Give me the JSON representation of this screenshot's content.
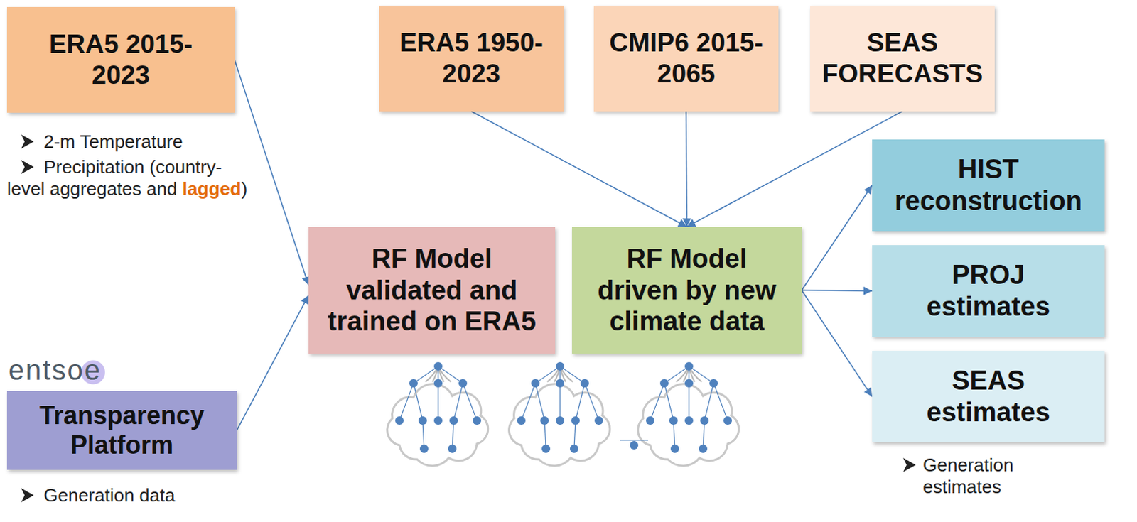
{
  "diagram": {
    "nodes": [
      {
        "text": [
          "ERA5 2015-2023"
        ]
      },
      {
        "text": [
          "ERA5 1950-2023"
        ]
      },
      {
        "text": [
          "CMIP6 2015-2065"
        ]
      },
      {
        "text": [
          "SEAS FORECASTS"
        ]
      },
      {
        "text": [
          "entsoe",
          "Transparency Platform"
        ]
      },
      {
        "text": [
          "RF Model validated and trained on ERA5"
        ]
      },
      {
        "text": [
          "RF Model driven by new climate data"
        ]
      },
      {
        "text": [
          "HIST reconstruction"
        ]
      },
      {
        "text": [
          "PROJ estimates"
        ]
      },
      {
        "text": [
          "SEAS estimates"
        ]
      }
    ],
    "edges": [
      {
        "from": 0,
        "to": 5,
        "arrow": "to"
      },
      {
        "from": 4,
        "to": 5,
        "arrow": "to"
      },
      {
        "from": 1,
        "to": 6,
        "arrow": "to"
      },
      {
        "from": 2,
        "to": 6,
        "arrow": "to"
      },
      {
        "from": 3,
        "to": 6,
        "arrow": "to"
      },
      {
        "from": 6,
        "to": 7,
        "arrow": "to"
      },
      {
        "from": 6,
        "to": 8,
        "arrow": "to"
      },
      {
        "from": 6,
        "to": 9,
        "arrow": "to"
      }
    ],
    "labels": [
      "2-m Temperature",
      "Precipitation (country-level aggregates and",
      "lagged",
      ")",
      "Generation data",
      "Generation estimates"
    ]
  }
}
